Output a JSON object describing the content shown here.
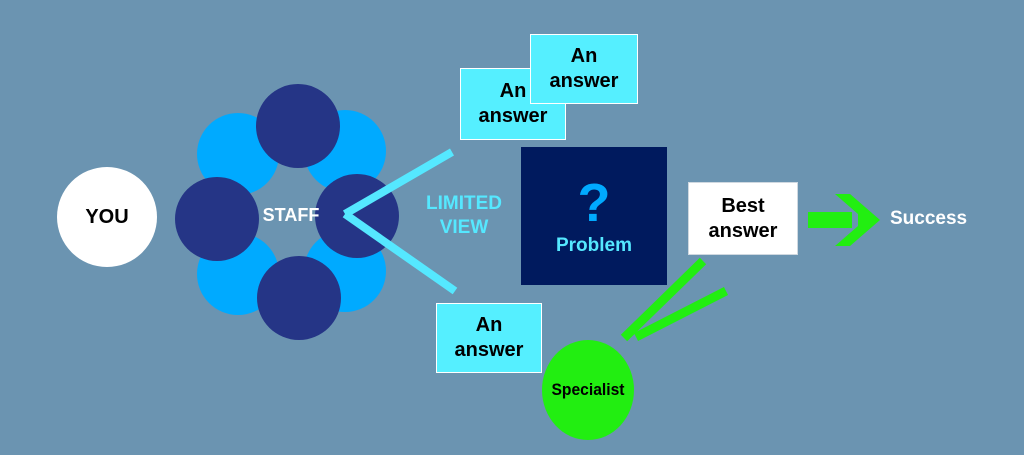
{
  "nodes": {
    "you": "YOU",
    "staff": "STAFF",
    "limited_view": [
      "LIMITED",
      "VIEW"
    ],
    "answer_box_top_right": [
      "An",
      "answer"
    ],
    "answer_box_top_left": [
      "An",
      "answer"
    ],
    "answer_box_bottom": [
      "An",
      "answer"
    ],
    "problem_symbol": "?",
    "problem": "Problem",
    "best_answer": [
      "Best",
      "answer"
    ],
    "success": "Success",
    "specialist": "Specialist"
  },
  "colors": {
    "background": "#6b94b1",
    "staff_light": "#00aaff",
    "staff_dark": "#253586",
    "limited_view": "#55e8ff",
    "answer_box": "#55efff",
    "problem_box": "#001a5e",
    "specialist": "#22ee11",
    "arrow": "#22ee11"
  }
}
